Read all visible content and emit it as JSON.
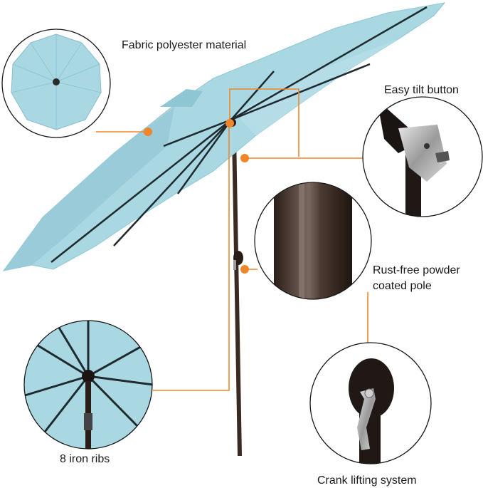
{
  "labels": {
    "fabric": "Fabric polyester material",
    "tilt": "Easy tilt button",
    "pole_line1": "Rust-free powder",
    "pole_line2": "coated pole",
    "ribs": "8 iron ribs",
    "crank": "Crank lifting system"
  },
  "colors": {
    "canopy": "#a9d8e3",
    "canopy_shade": "#8fc6d3",
    "pole": "#3a2a22",
    "callout_line": "#f0862a",
    "circle_border": "#1a1a1a"
  },
  "icons": {
    "callout_dot": "orange-dot"
  }
}
